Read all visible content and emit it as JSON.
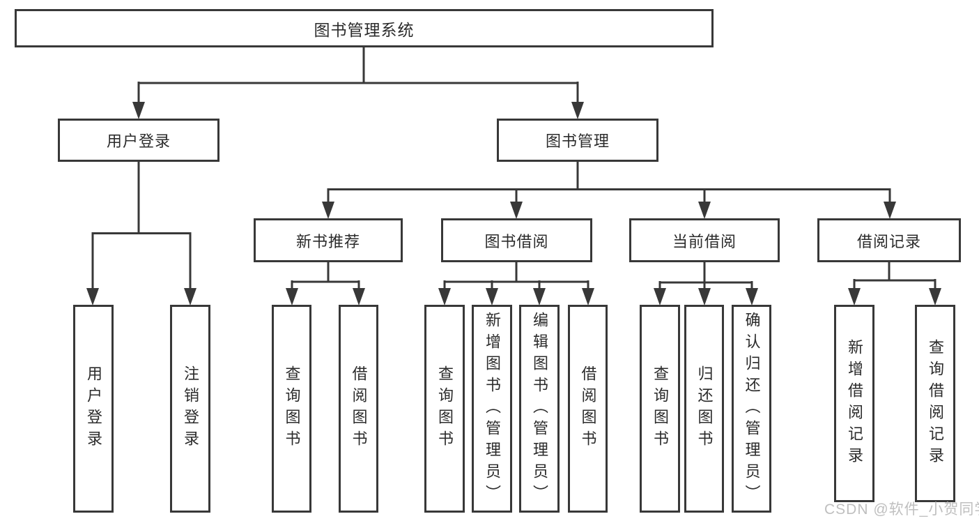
{
  "colors": {
    "background": "#ffffff",
    "line": "#383838",
    "box_border": "#383838",
    "text": "#2b2b2b",
    "watermark": "#bfbfbf"
  },
  "diagram": {
    "root": {
      "label": "图书管理系统"
    },
    "level1": [
      {
        "id": "user-login",
        "label": "用户登录"
      },
      {
        "id": "book-management",
        "label": "图书管理"
      }
    ],
    "level2": [
      {
        "id": "new-book-recommend",
        "label": "新书推荐",
        "parent": "book-management"
      },
      {
        "id": "book-borrow",
        "label": "图书借阅",
        "parent": "book-management"
      },
      {
        "id": "current-borrow",
        "label": "当前借阅",
        "parent": "book-management"
      },
      {
        "id": "borrow-record",
        "label": "借阅记录",
        "parent": "book-management"
      }
    ],
    "leaves": [
      {
        "id": "leaf-user-login",
        "label": "用户登录",
        "parent": "user-login"
      },
      {
        "id": "leaf-logout",
        "label": "注销登录",
        "parent": "user-login"
      },
      {
        "id": "leaf-query-books-1",
        "label": "查询图书",
        "parent": "new-book-recommend"
      },
      {
        "id": "leaf-borrow-books-1",
        "label": "借阅图书",
        "parent": "new-book-recommend"
      },
      {
        "id": "leaf-query-books-2",
        "label": "查询图书",
        "parent": "book-borrow"
      },
      {
        "id": "leaf-add-books",
        "label": "新增图书（管理员）",
        "parent": "book-borrow"
      },
      {
        "id": "leaf-edit-books",
        "label": "编辑图书（管理员）",
        "parent": "book-borrow"
      },
      {
        "id": "leaf-borrow-books-2",
        "label": "借阅图书",
        "parent": "book-borrow"
      },
      {
        "id": "leaf-query-books-3",
        "label": "查询图书",
        "parent": "current-borrow"
      },
      {
        "id": "leaf-return-books",
        "label": "归还图书",
        "parent": "current-borrow"
      },
      {
        "id": "leaf-confirm-return",
        "label": "确认归还（管理员）",
        "parent": "current-borrow"
      },
      {
        "id": "leaf-add-borrow-record",
        "label": "新增借阅记录",
        "parent": "borrow-record"
      },
      {
        "id": "leaf-query-borrow-record",
        "label": "查询借阅记录",
        "parent": "borrow-record"
      }
    ]
  },
  "watermark": {
    "text": "CSDN @软件_小贺同学"
  }
}
